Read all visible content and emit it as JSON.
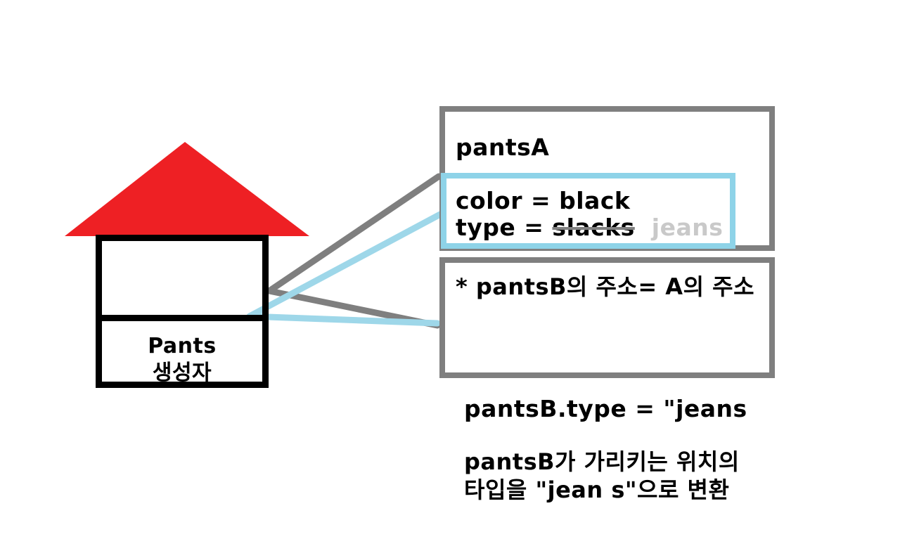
{
  "diagram": {
    "title_semantics": "pants object reference diagram",
    "colors": {
      "roof_red": "#ee2024",
      "outline_black": "#000000",
      "box_gray": "#7f7f7f",
      "highlight_blue": "#8ed3e8",
      "ghost_gray": "#c9c9c9",
      "strike_gray": "#808080",
      "background": "#ffffff"
    }
  },
  "house": {
    "label_line1": "Pants",
    "label_line2": "생성자"
  },
  "object_box": {
    "title": "pantsA",
    "fields": {
      "color_line": "color = black",
      "type_label": "type = ",
      "type_old_value": "slacks",
      "type_new_value": "jeans"
    }
  },
  "note_box": {
    "text": "* pantsB의 주소= A의 주소"
  },
  "captions": {
    "assignment": "pantsB.type = \"jeans",
    "description_line1": "pantsB가 가리키는 위치의",
    "description_line2": "타입을 \"jean s\"으로 변환"
  }
}
